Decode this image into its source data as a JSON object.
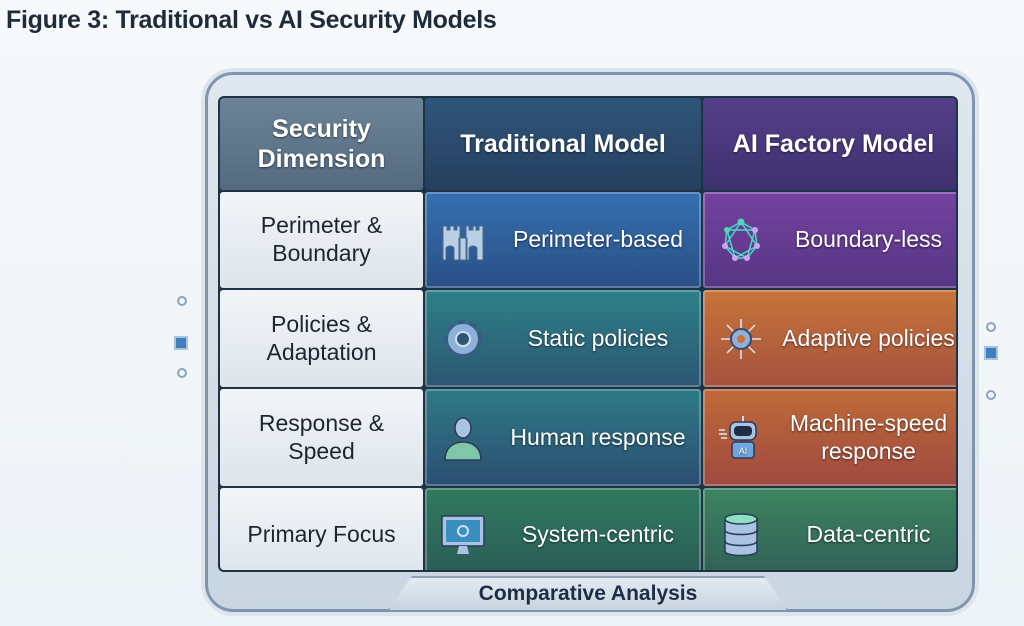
{
  "title": "Figure 3: Traditional vs AI Security Models",
  "headers": [
    "Security Dimension",
    "Traditional Model",
    "AI Factory Model"
  ],
  "rows": [
    {
      "dimension": "Perimeter & Boundary",
      "traditional": "Perimeter-based",
      "ai": "Boundary-less",
      "traditional_icon": "castle-icon",
      "ai_icon": "network-icon"
    },
    {
      "dimension": "Policies & Adaptation",
      "traditional": "Static policies",
      "ai": "Adaptive policies",
      "traditional_icon": "gear-icon",
      "ai_icon": "circuit-gear-icon"
    },
    {
      "dimension": "Response & Speed",
      "traditional": "Human response",
      "ai": "Machine-speed response",
      "traditional_icon": "person-icon",
      "ai_icon": "robot-icon",
      "robot_badge": "AI"
    },
    {
      "dimension": "Primary Focus",
      "traditional": "System-centric",
      "ai": "Data-centric",
      "traditional_icon": "monitor-icon",
      "ai_icon": "database-icon"
    }
  ],
  "footer": "Comparative Analysis",
  "colors": {
    "header_dim": "#5d7488",
    "header_trad": "#2d4e6e",
    "header_ai": "#4a3a7a"
  }
}
